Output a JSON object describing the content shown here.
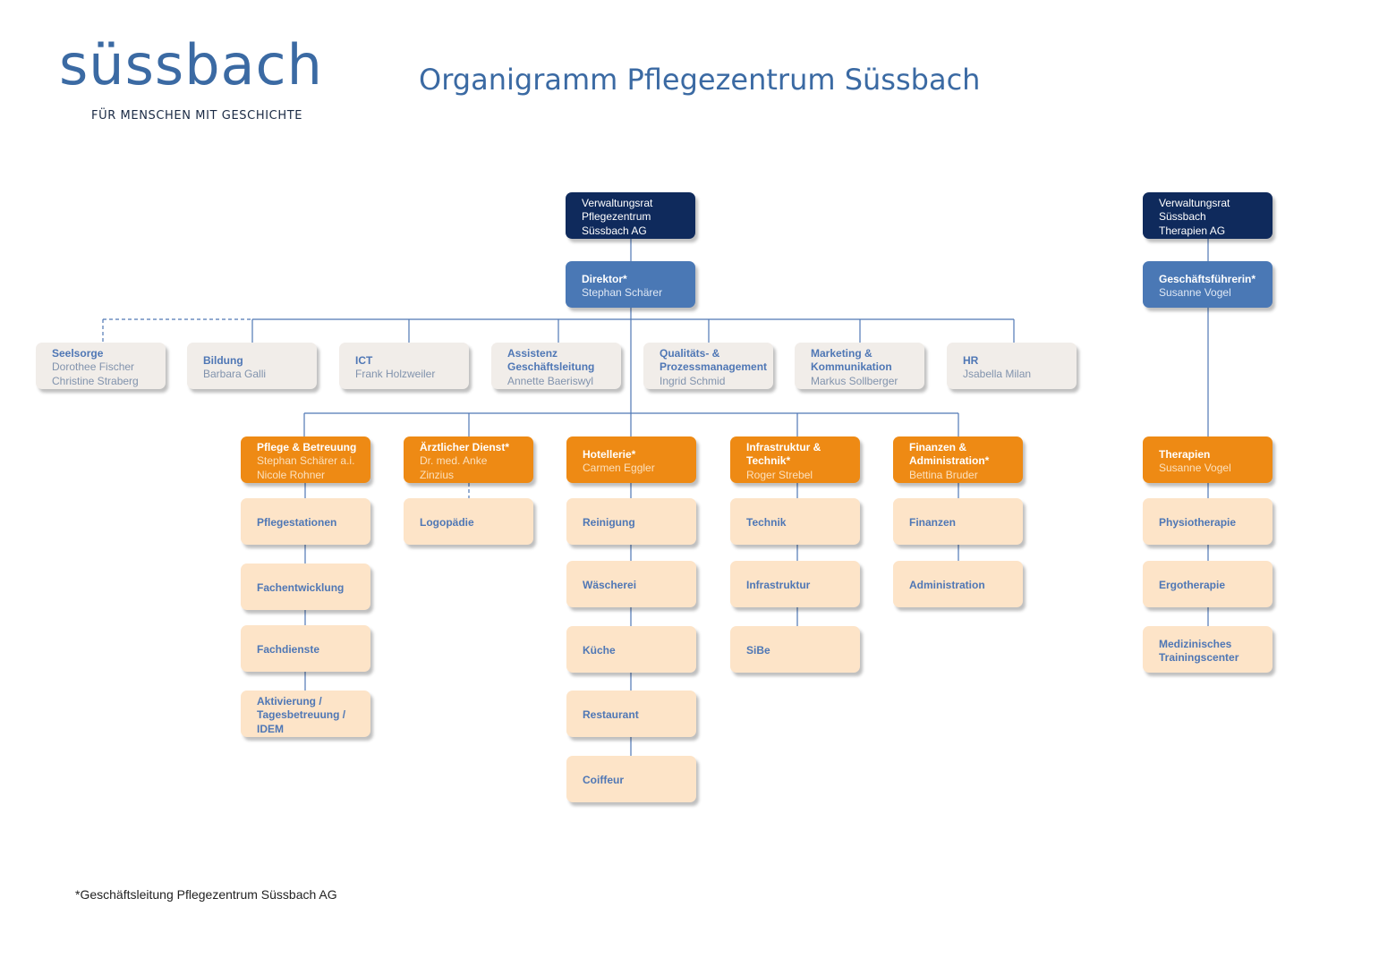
{
  "header": {
    "logo_text": "süssbach",
    "tagline": "FÜR MENSCHEN MIT GESCHICHTE",
    "title": "Organigramm Pflegezentrum Süssbach"
  },
  "footnote": "*Geschäftsleitung Pflegezentrum Süssbach AG",
  "colors": {
    "board": "#0f2a5c",
    "executive": "#4a78b5",
    "staff": "#f1ede9",
    "department": "#ee8a14",
    "unit": "#fde4c8",
    "connector": "#4f77b5"
  },
  "nodes": {
    "vr_pflege": {
      "l1": "Verwaltungsrat",
      "l2": "Pflegezentrum",
      "l3": "Süssbach AG"
    },
    "direktor": {
      "title": "Direktor*",
      "person": "Stephan Schärer"
    },
    "seelsorge": {
      "title": "Seelsorge",
      "p1": "Dorothee Fischer",
      "p2": "Christine Straberg"
    },
    "bildung": {
      "title": "Bildung",
      "person": "Barbara Galli"
    },
    "ict": {
      "title": "ICT",
      "person": "Frank Holzweiler"
    },
    "assistenz": {
      "t1": "Assistenz",
      "t2": "Geschäftsleitung",
      "person": "Annette Baeriswyl"
    },
    "qualitaet": {
      "t1": "Qualitäts- &",
      "t2": "Prozessmanagement",
      "person": "Ingrid Schmid"
    },
    "marketing": {
      "t1": "Marketing &",
      "t2": "Kommunikation",
      "person": "Markus Sollberger"
    },
    "hr": {
      "title": "HR",
      "person": "Jsabella Milan"
    },
    "pflege": {
      "title": "Pflege & Betreuung",
      "p1": "Stephan Schärer a.i.",
      "p2": "Nicole Rohner"
    },
    "aerztlich": {
      "title": "Ärztlicher Dienst*",
      "p1": "Dr. med. Anke",
      "p2": "Zinzius"
    },
    "hotellerie": {
      "title": "Hotellerie*",
      "person": "Carmen Eggler"
    },
    "infrastruktur": {
      "t1": "Infrastruktur &",
      "t2": "Technik*",
      "person": "Roger Strebel"
    },
    "finanzen": {
      "t1": "Finanzen &",
      "t2": "Administration*",
      "person": "Bettina Bruder"
    },
    "vr_therapien": {
      "l1": "Verwaltungsrat",
      "l2": "Süssbach",
      "l3": "Therapien AG"
    },
    "gf": {
      "title": "Geschäftsführerin*",
      "person": "Susanne Vogel"
    },
    "therapien": {
      "title": "Therapien",
      "person": "Susanne Vogel"
    }
  },
  "units": {
    "pflege": [
      "Pflegestationen",
      "Fachentwicklung",
      "Fachdienste"
    ],
    "aktivierung": {
      "l1": "Aktivierung /",
      "l2": "Tagesbetreuung /",
      "l3": "IDEM"
    },
    "aerztlich": [
      "Logopädie"
    ],
    "hotellerie": [
      "Reinigung",
      "Wäscherei",
      "Küche",
      "Restaurant",
      "Coiffeur"
    ],
    "infrastruktur": [
      "Technik",
      "Infrastruktur",
      "SiBe"
    ],
    "finanzen": [
      "Finanzen",
      "Administration"
    ],
    "therapien": [
      "Physiotherapie",
      "Ergotherapie"
    ],
    "training": {
      "l1": "Medizinisches",
      "l2": "Trainingscenter"
    }
  }
}
